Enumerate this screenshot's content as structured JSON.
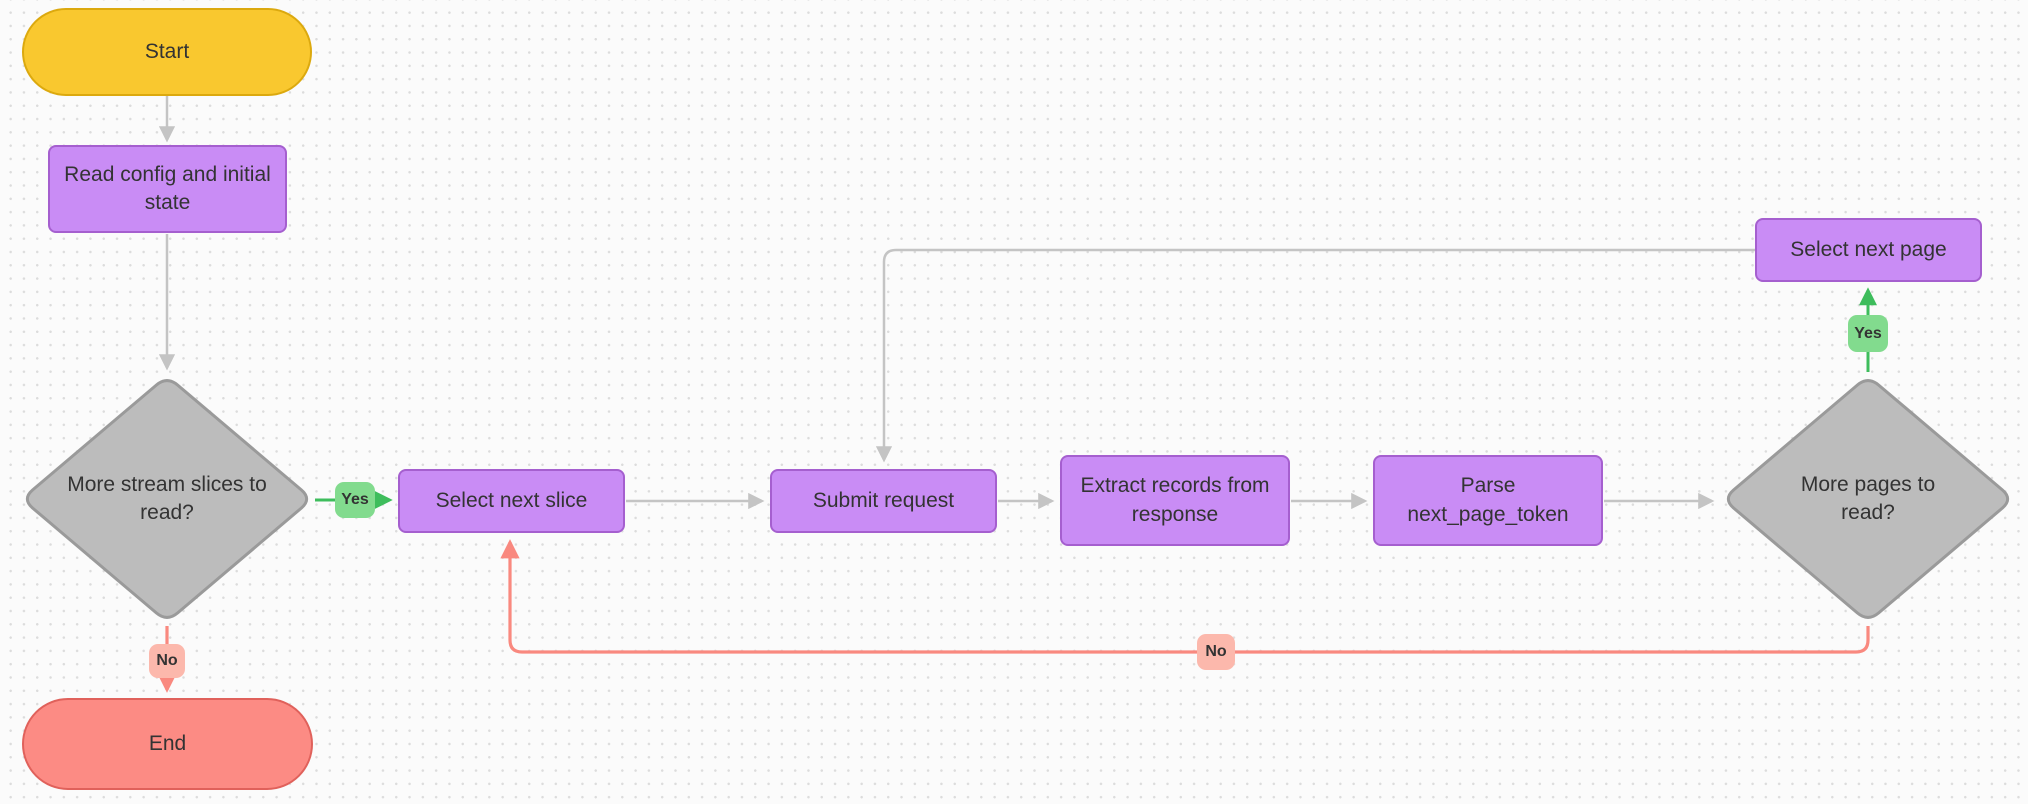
{
  "diagram": {
    "type": "flowchart",
    "background": "dotted-grid"
  },
  "colors": {
    "bg": "#FBFBFB",
    "dot": "#DCDCDC",
    "text": "#333333",
    "line_gray": "#C4C4C4",
    "line_green": "#3EBD5C",
    "line_red": "#F9897F",
    "gold_fill": "#F9C82F",
    "gold_border": "#DCA90E",
    "coral_fill": "#FC8B84",
    "coral_border": "#E0615B",
    "purple_fill": "#C98CF5",
    "purple_border": "#A55FCF",
    "gray_fill": "#BCBCBC",
    "gray_border": "#9A9A9A",
    "green_badge": "#82DB8E",
    "salmon_badge": "#FCB8AC"
  },
  "nodes": {
    "start": {
      "label": "Start",
      "shape": "terminator"
    },
    "read_config": {
      "label": "Read config and initial state",
      "shape": "process"
    },
    "more_slices": {
      "label": "More stream slices to read?",
      "shape": "decision"
    },
    "select_next_slice": {
      "label": "Select next slice",
      "shape": "process"
    },
    "submit_request": {
      "label": "Submit request",
      "shape": "process"
    },
    "extract_records": {
      "label": "Extract records from response",
      "shape": "process"
    },
    "parse_token": {
      "label": "Parse next_page_token",
      "shape": "process"
    },
    "more_pages": {
      "label": "More pages to read?",
      "shape": "decision"
    },
    "select_next_page": {
      "label": "Select next page",
      "shape": "process"
    },
    "end": {
      "label": "End",
      "shape": "terminator"
    }
  },
  "edges": [
    {
      "from": "start",
      "to": "read_config"
    },
    {
      "from": "read_config",
      "to": "more_slices"
    },
    {
      "from": "more_slices",
      "to": "select_next_slice",
      "label": "Yes"
    },
    {
      "from": "more_slices",
      "to": "end",
      "label": "No"
    },
    {
      "from": "select_next_slice",
      "to": "submit_request"
    },
    {
      "from": "submit_request",
      "to": "extract_records"
    },
    {
      "from": "extract_records",
      "to": "parse_token"
    },
    {
      "from": "parse_token",
      "to": "more_pages"
    },
    {
      "from": "more_pages",
      "to": "select_next_page",
      "label": "Yes"
    },
    {
      "from": "select_next_page",
      "to": "submit_request"
    },
    {
      "from": "more_pages",
      "to": "select_next_slice",
      "label": "No"
    }
  ]
}
